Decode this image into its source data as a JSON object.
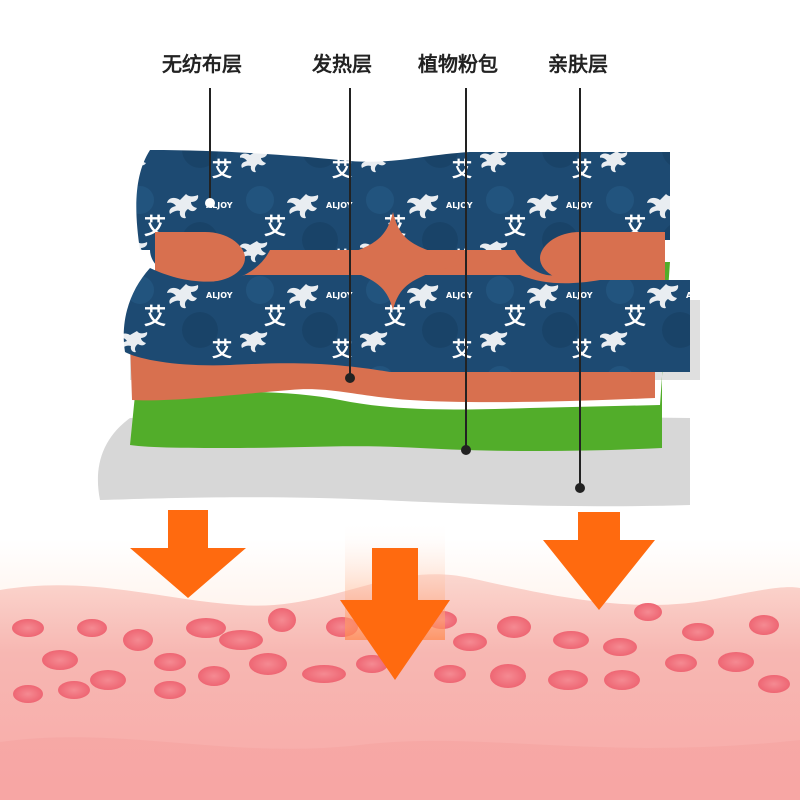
{
  "labels": {
    "nonwoven": "无纺布层",
    "heating": "发热层",
    "herbal": "植物粉包",
    "skin_contact": "亲肤层"
  },
  "pattern": {
    "brand": "ALJOY",
    "glyph": "艾"
  },
  "colors": {
    "nonwoven": "#1d4a72",
    "heating": "#d8704f",
    "herbal": "#52ad2a",
    "skin_contact": "#d7d7d7",
    "arrow": "#ff6a0f",
    "skin": "#f6b8b4",
    "cells": "#f06f7a"
  }
}
